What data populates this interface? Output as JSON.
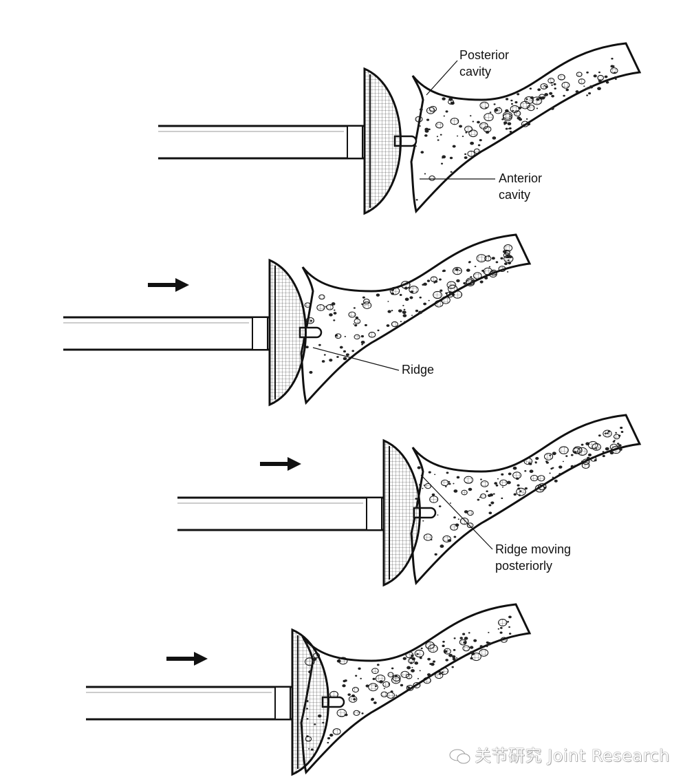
{
  "panels": [
    {
      "step": 1,
      "arrow": false,
      "labels": [
        {
          "lines": [
            "Posterior",
            "cavity"
          ]
        },
        {
          "lines": [
            "Anterior",
            "cavity"
          ]
        }
      ]
    },
    {
      "step": 2,
      "arrow": true,
      "labels": [
        {
          "lines": [
            "Ridge"
          ]
        }
      ]
    },
    {
      "step": 3,
      "arrow": true,
      "labels": [
        {
          "lines": [
            "Ridge moving",
            "posteriorly"
          ]
        }
      ]
    },
    {
      "step": 4,
      "arrow": true,
      "labels": []
    }
  ],
  "watermark": {
    "text": "关节研究 Joint Research",
    "icon": "wechat-icon"
  }
}
